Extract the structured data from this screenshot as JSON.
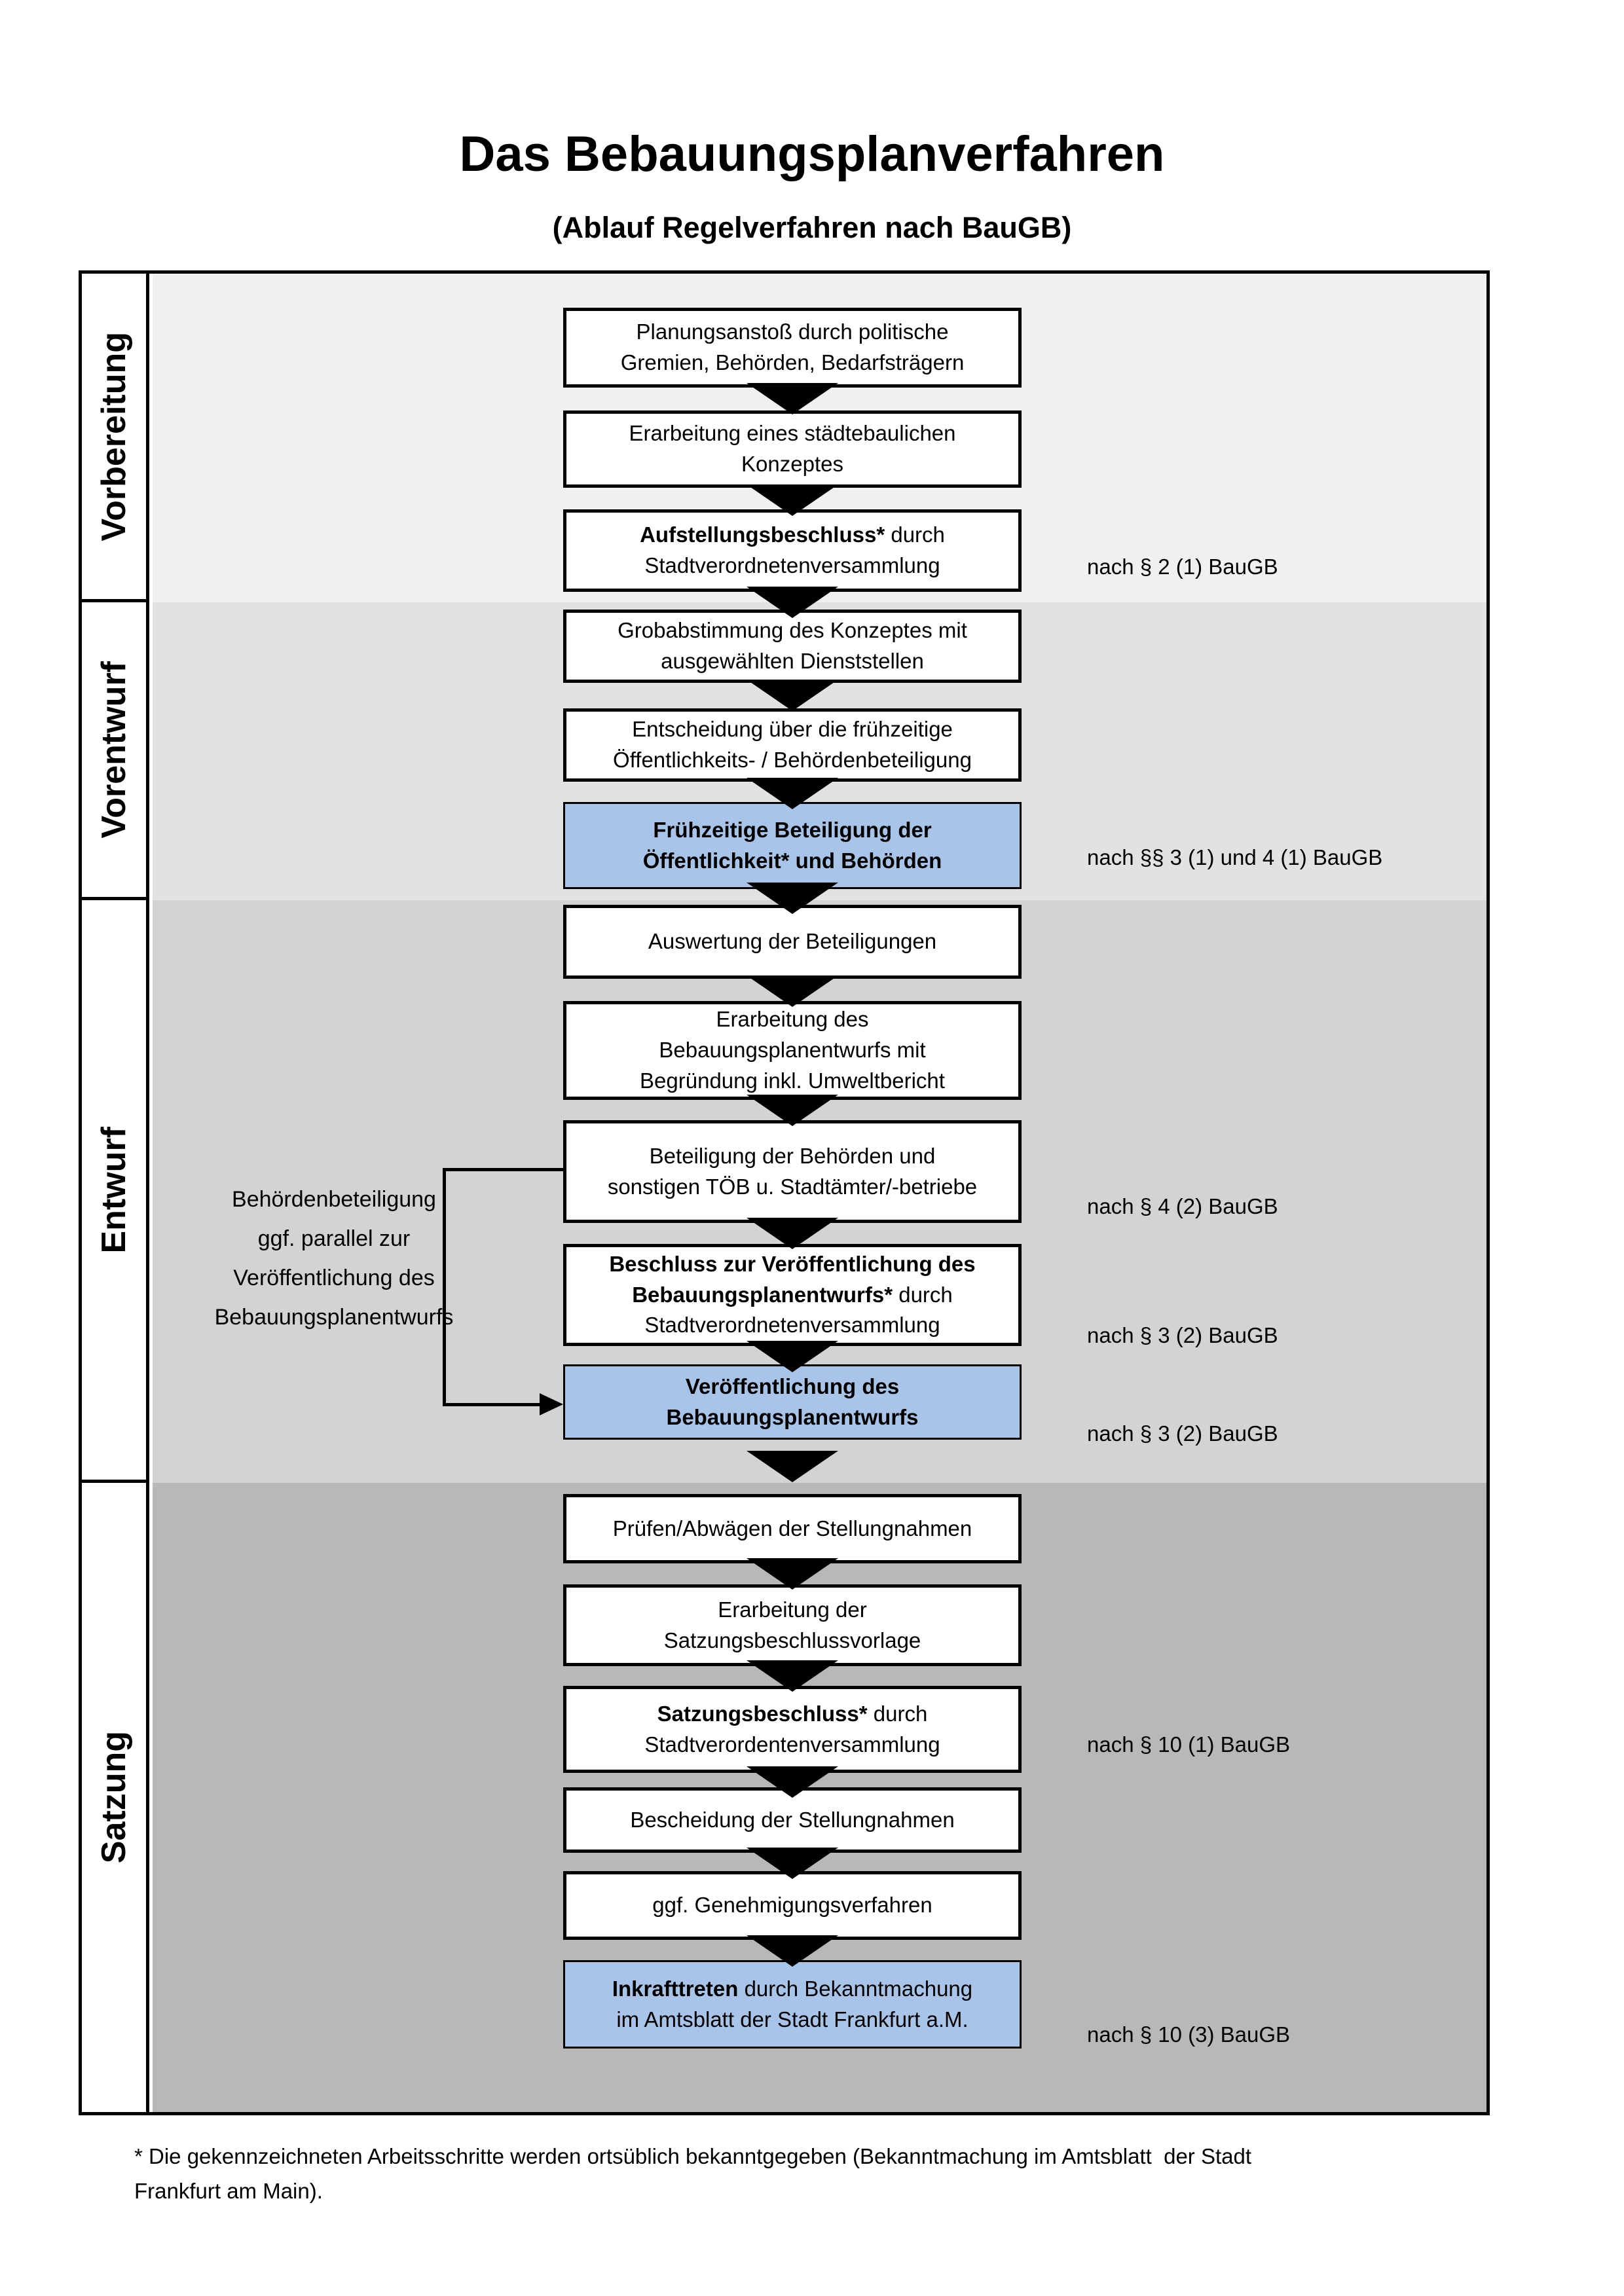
{
  "title": "Das Bebauungsplanverfahren",
  "subtitle": "(Ablauf Regelverfahren nach BauGB)",
  "colors": {
    "highlight_blue": "#a8c4e8",
    "phase_bg": [
      "#f0f0f0",
      "#e2e2e2",
      "#d3d3d3",
      "#b8b8b8"
    ],
    "line_black": "#000000"
  },
  "phases": [
    {
      "label": "Vorbereitung"
    },
    {
      "label": "Vorentwurf"
    },
    {
      "label": "Entwurf"
    },
    {
      "label": "Satzung"
    }
  ],
  "steps": [
    {
      "bold": "",
      "rest": "Planungsanstoß durch politische\nGremien, Behörden, Bedarfsträgern",
      "highlighted": false,
      "ref": ""
    },
    {
      "bold": "",
      "rest": "Erarbeitung eines städtebaulichen\nKonzeptes",
      "highlighted": false,
      "ref": ""
    },
    {
      "bold": "Aufstellungsbeschluss*",
      "rest": " durch\nStadtverordnetenversammlung",
      "highlighted": false,
      "ref": "nach § 2 (1) BauGB"
    },
    {
      "bold": "",
      "rest": "Grobabstimmung des Konzeptes mit\nausgewählten Dienststellen",
      "highlighted": false,
      "ref": ""
    },
    {
      "bold": "",
      "rest": "Entscheidung über die frühzeitige\nÖffentlichkeits- / Behördenbeteiligung",
      "highlighted": false,
      "ref": ""
    },
    {
      "bold": "Frühzeitige Beteiligung der\nÖffentlichkeit* und Behörden",
      "rest": "",
      "highlighted": true,
      "ref": "nach §§ 3 (1) und 4 (1) BauGB"
    },
    {
      "bold": "",
      "rest": "Auswertung der Beteiligungen",
      "highlighted": false,
      "ref": ""
    },
    {
      "bold": "",
      "rest": "Erarbeitung des\nBebauungsplanentwurfs mit\nBegründung inkl. Umweltbericht",
      "highlighted": false,
      "ref": ""
    },
    {
      "bold": "",
      "rest": "Beteiligung der Behörden und\nsonstigen TÖB u. Stadtämter/-betriebe",
      "highlighted": false,
      "ref": "nach § 4 (2) BauGB"
    },
    {
      "bold": "Beschluss zur Veröffentlichung des\nBebauungsplanentwurfs*",
      "rest": " durch\nStadtverordnetenversammlung",
      "highlighted": false,
      "ref": "nach § 3 (2) BauGB"
    },
    {
      "bold": "Veröffentlichung des\nBebauungsplanentwurfs",
      "rest": "",
      "highlighted": true,
      "ref": "nach § 3 (2) BauGB"
    },
    {
      "bold": "",
      "rest": "Prüfen/Abwägen der Stellungnahmen",
      "highlighted": false,
      "ref": ""
    },
    {
      "bold": "",
      "rest": "Erarbeitung der\nSatzungsbeschlussvorlage",
      "highlighted": false,
      "ref": ""
    },
    {
      "bold": "Satzungsbeschluss*",
      "rest": " durch\nStadtverordentenversammlung",
      "highlighted": false,
      "ref": "nach § 10 (1) BauGB"
    },
    {
      "bold": "",
      "rest": "Bescheidung der Stellungnahmen",
      "highlighted": false,
      "ref": ""
    },
    {
      "bold": "",
      "rest": "ggf. Genehmigungsverfahren",
      "highlighted": false,
      "ref": ""
    },
    {
      "bold": "Inkrafttreten",
      "rest": " durch Bekanntmachung\nim Amtsblatt der Stadt Frankfurt a.M.",
      "highlighted": true,
      "ref": "nach § 10 (3) BauGB"
    }
  ],
  "side_note": "Behördenbeteiligung\nggf. parallel zur\nVeröffentlichung des\nBebauungsplanentwurfs",
  "footnote": "* Die gekennzeichneten Arbeitsschritte werden ortsüblich bekanntgegeben (Bekanntmachung im Amtsblatt  der Stadt\nFrankfurt am Main)."
}
